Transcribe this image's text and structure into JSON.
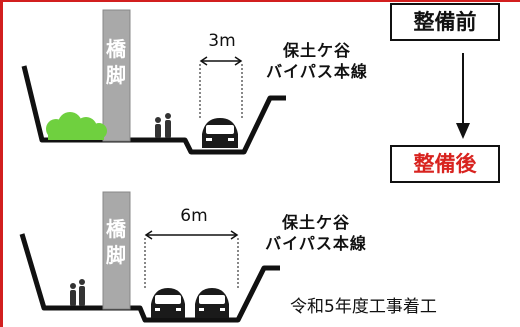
{
  "before": {
    "pier_label": "橋\n脚",
    "dimension_label": "3m",
    "route_label_line1": "保土ケ谷",
    "route_label_line2": "バイパス本線"
  },
  "after": {
    "pier_label": "橋\n脚",
    "dimension_label": "6m",
    "route_label_line1": "保土ケ谷",
    "route_label_line2": "バイパス本線"
  },
  "badges": {
    "before": "整備前",
    "after": "整備後"
  },
  "note": "令和5年度工事着工",
  "colors": {
    "frame": "#d21f1f",
    "after_badge_text": "#d8231f",
    "pier": "#a9a9a9",
    "tree": "#6fd03f"
  }
}
